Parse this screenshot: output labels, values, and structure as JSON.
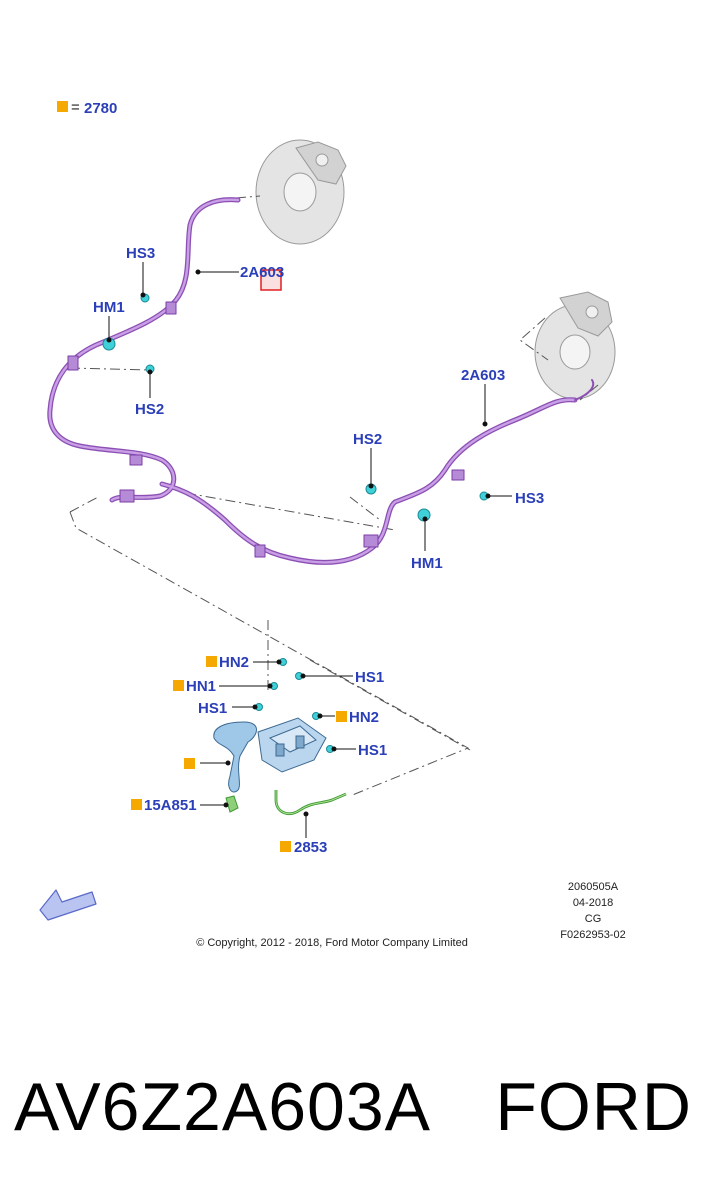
{
  "legend": {
    "marker_color": "#f5a800",
    "equals": "=",
    "value": "2780"
  },
  "labels": {
    "hs3_top": "HS3",
    "cable_top": "2A603",
    "hm1_left": "HM1",
    "hs2_left": "HS2",
    "cable_right": "2A603",
    "hs2_right": "HS2",
    "hs3_right": "HS3",
    "hm1_right": "HM1",
    "hn2_top": "HN2",
    "hs1_top": "HS1",
    "hn1": "HN1",
    "hs1_left": "HS1",
    "hn2_right": "HN2",
    "hs1_right": "HS1",
    "part_15a851": "15A851",
    "part_2853": "2853"
  },
  "meta": {
    "code": "2060505A",
    "date": "04-2018",
    "initials": "CG",
    "ref": "F0262953-02",
    "copyright": "© Copyright, 2012 - 2018, Ford Motor Company Limited"
  },
  "footer": {
    "part_number": "AV6Z2A603A",
    "brand": "FORD"
  },
  "colors": {
    "label_blue": "#2b3fb8",
    "cable_purple": "#a066c8",
    "clip_cyan": "#3fd0d8",
    "lever_blue": "#9fc8e8",
    "cable_green": "#5cc04a",
    "marker_orange": "#f5a800",
    "highlight_red": "#e02020"
  }
}
